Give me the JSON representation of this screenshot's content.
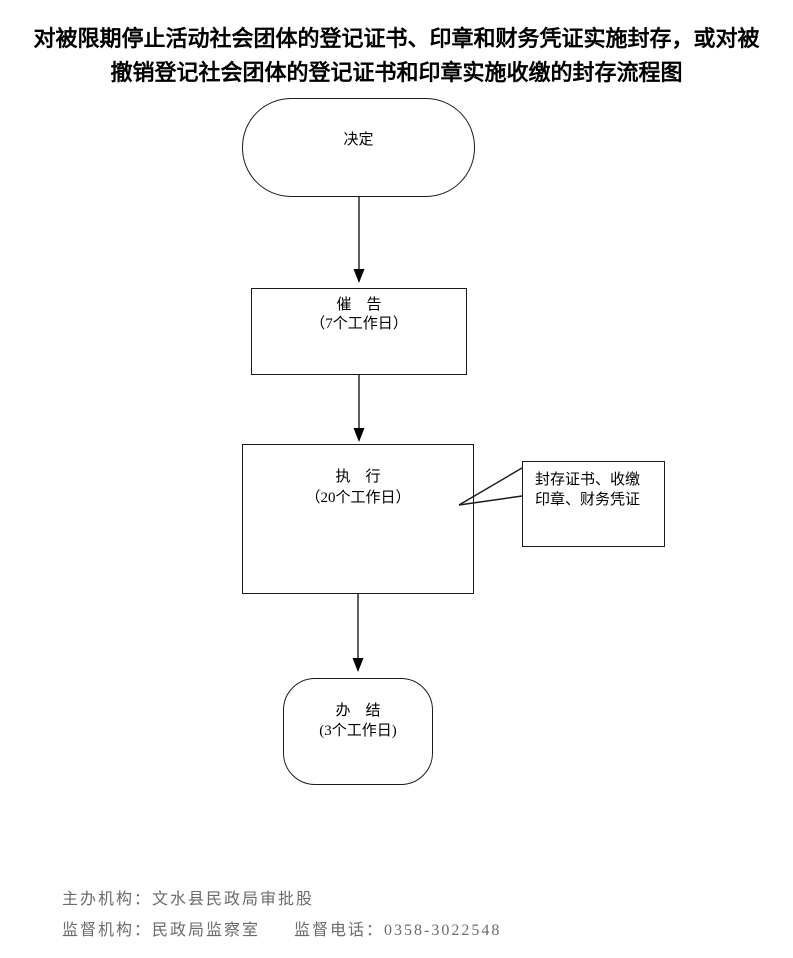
{
  "title": {
    "line1": "对被限期停止活动社会团体的登记证书、印章和财务凭证实施封存，或对被",
    "line2": "撤销登记社会团体的登记证书和印章实施收缴的封存流程图"
  },
  "flowchart": {
    "decision": {
      "label": "决定"
    },
    "notice": {
      "label": "催　告",
      "duration": "（7个工作日）"
    },
    "execute": {
      "label": "执　行",
      "duration": "（20个工作日）"
    },
    "callout": {
      "line1": "封存证书、收缴",
      "line2": "印章、财务凭证"
    },
    "complete": {
      "label": "办　结",
      "duration": "(3个工作日)"
    },
    "stroke_color": "#1a1a1a",
    "fill_color": "#ffffff"
  },
  "footer": {
    "organizer_label": "主办机构：",
    "organizer_value": "文水县民政局审批股",
    "supervisor_label": "监督机构：",
    "supervisor_value": "民政局监察室",
    "phone_label": "监督电话：",
    "phone_value": "0358-3022548",
    "text_color": "#6b6b6b"
  }
}
